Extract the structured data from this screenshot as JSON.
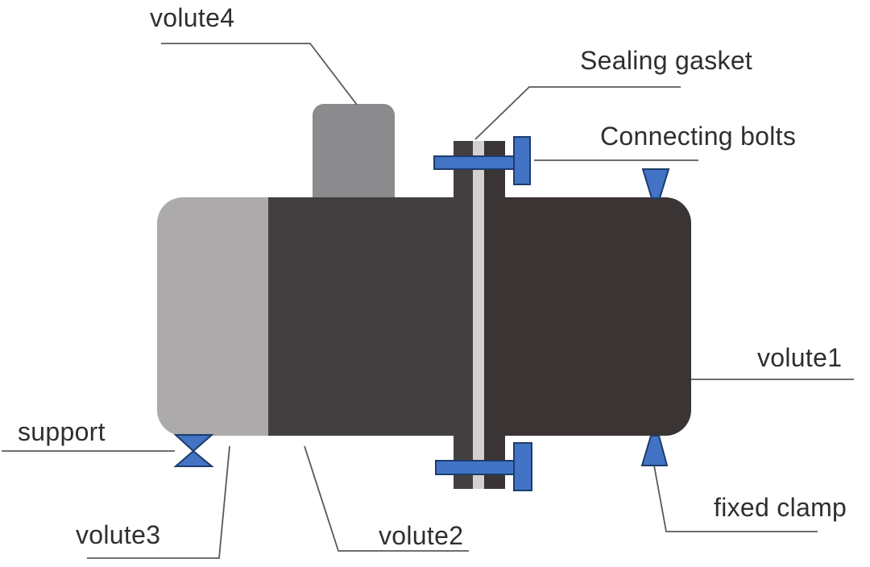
{
  "diagram": {
    "type": "labeled-technical-diagram",
    "subject": "volute pump casing assembly with flange joint",
    "labels": {
      "volute4": "volute4",
      "sealing_gasket": "Sealing gasket",
      "connecting_bolts": "Connecting bolts",
      "volute1": "volute1",
      "support": "support",
      "volute3": "volute3",
      "volute2": "volute2",
      "fixed_clamp": "fixed clamp"
    },
    "colors": {
      "background": "#ffffff",
      "volute3_gray": "#acaaab",
      "volute4_gray": "#8b8b8d",
      "volute2_dark": "#433f40",
      "volute1_dark": "#3a3435",
      "gasket_light": "#d2d1cf",
      "bolt_blue": "#4273c4",
      "bolt_border_navy": "#1d3d6b",
      "leader_line": "#58595b",
      "label_text": "#2f2f2f"
    }
  }
}
